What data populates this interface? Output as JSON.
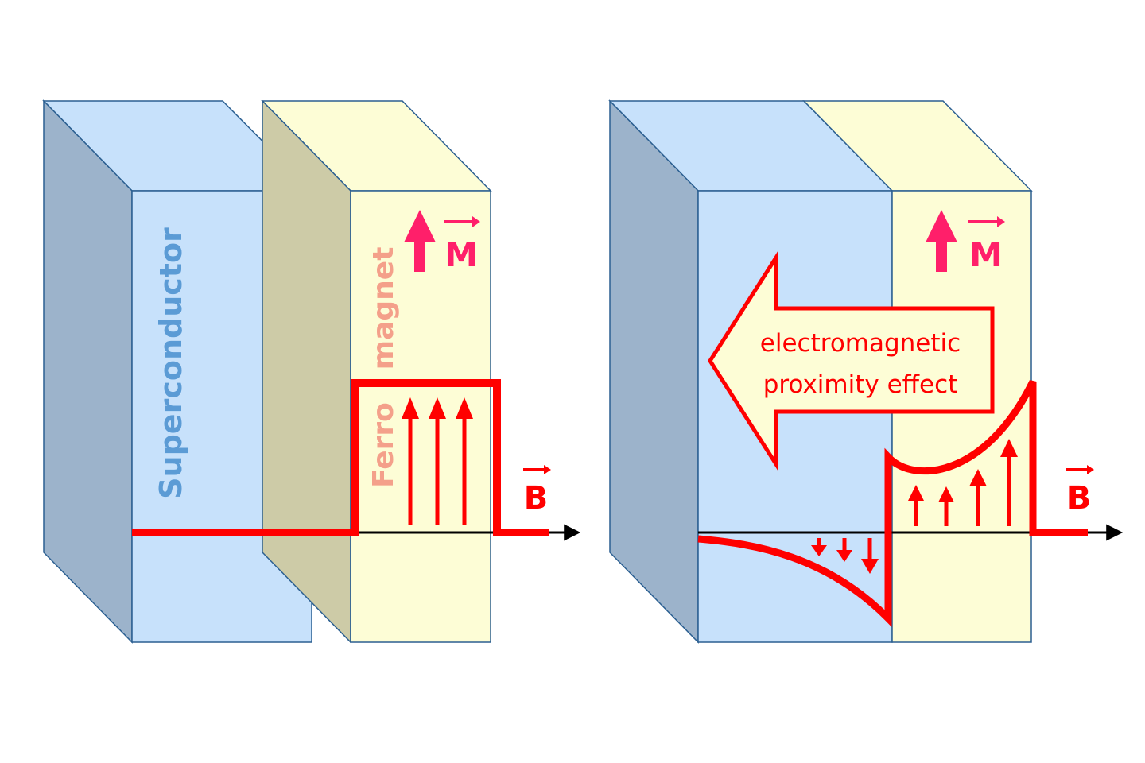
{
  "labels": {
    "superconductor": "Superconductor",
    "ferro": "Ferro",
    "magnet": "magnet",
    "magnetization_symbol": "M",
    "field_symbol": "B",
    "effect_line1": "electromagnetic",
    "effect_line2": "proximity effect"
  },
  "colors": {
    "superconductor_front": "#c7e1fb",
    "superconductor_side": "#9cb3cb",
    "ferromagnet_front": "#fdfdd6",
    "ferromagnet_side": "#cdcba7",
    "outline": "#2b5f91",
    "field_curve": "#ff0000",
    "magnetization_arrow": "#ff1f6a",
    "superconductor_text": "#5b9bd5",
    "ferromagnet_text": "#f4a08a",
    "axis": "#000000"
  }
}
